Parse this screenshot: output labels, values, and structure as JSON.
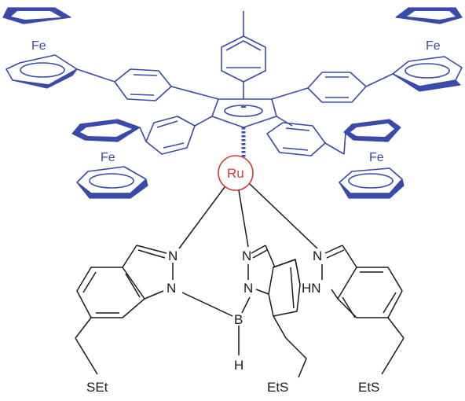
{
  "molecule": {
    "metal_center": "Ru",
    "iron_label": "Fe",
    "ferrocenes": [
      {
        "label": "Fe"
      },
      {
        "label": "Fe"
      },
      {
        "label": "Fe"
      },
      {
        "label": "Fe"
      }
    ],
    "nitrogen": "N",
    "boron": "B",
    "hydrogen": "H",
    "nh_label": "HN",
    "substituents": {
      "left": "SEt",
      "middle": "EtS",
      "right": "EtS"
    }
  },
  "colors": {
    "ferrocene": "#3a4aa8",
    "ruthenium": "#d83a3a",
    "ligand": "#1a1a1a"
  }
}
